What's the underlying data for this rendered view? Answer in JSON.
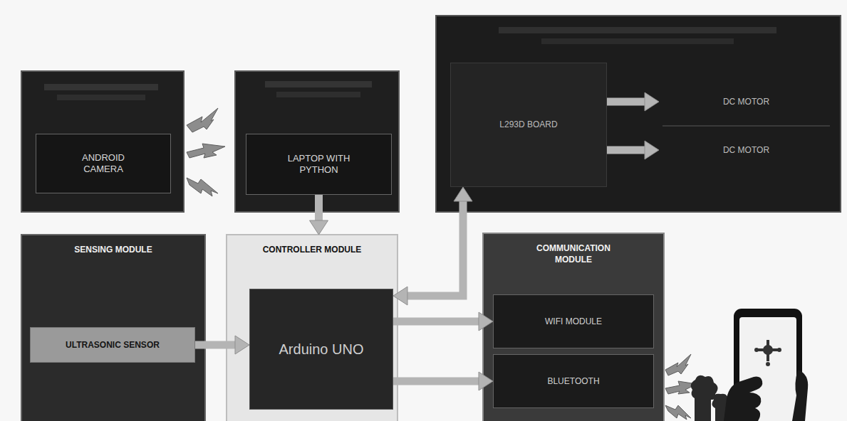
{
  "diagram": {
    "nodes": [
      {
        "text": [
          "ANDROID CAMERA"
        ]
      },
      {
        "text": [
          "LAPTOP WITH PYTHON"
        ]
      },
      {
        "text": [
          "L293D BOARD"
        ]
      },
      {
        "text": [
          "DC MOTOR"
        ]
      },
      {
        "text": [
          "DC MOTOR"
        ]
      },
      {
        "text": [
          "SENSING MODULE"
        ]
      },
      {
        "text": [
          "ULTRASONIC SENSOR"
        ],
        "in": 5
      },
      {
        "text": [
          "CONTROLLER MODULE"
        ]
      },
      {
        "text": [
          "Arduino UNO"
        ],
        "in": 7
      },
      {
        "text": [
          "COMMUNICATION MODULE"
        ]
      },
      {
        "text": [
          "WIFI MODULE"
        ],
        "in": 9
      },
      {
        "text": [
          "BLUETOOTH"
        ],
        "in": 9
      }
    ],
    "edges": [
      {
        "from": 1,
        "to": 7,
        "arrow": "to"
      },
      {
        "from": 6,
        "to": 8,
        "arrow": "to"
      },
      {
        "from": 8,
        "to": 2,
        "arrow": "both"
      },
      {
        "from": 8,
        "to": 10,
        "arrow": "to"
      },
      {
        "from": 8,
        "to": 11,
        "arrow": "to"
      },
      {
        "from": 2,
        "to": 3,
        "arrow": "to"
      },
      {
        "from": 2,
        "to": 4,
        "arrow": "to"
      }
    ]
  }
}
